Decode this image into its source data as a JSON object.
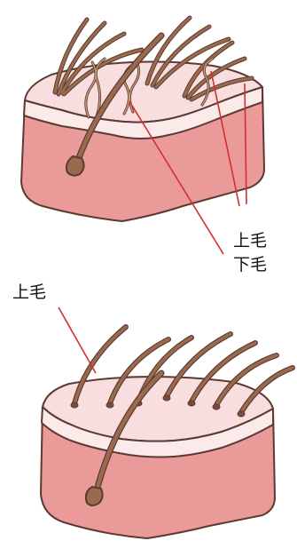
{
  "labels": {
    "top_upper_hair": "上毛",
    "top_under_hair": "下毛",
    "bottom_upper_hair": "上毛"
  },
  "colors": {
    "outline": "#5c3a32",
    "skin_front": "#eb9a9a",
    "skin_top": "#f8dede",
    "skin_band": "#fbeaea",
    "hair": "#9a6a4e",
    "hair_highlight": "#c99a78",
    "leader_line": "#d32f2f"
  }
}
